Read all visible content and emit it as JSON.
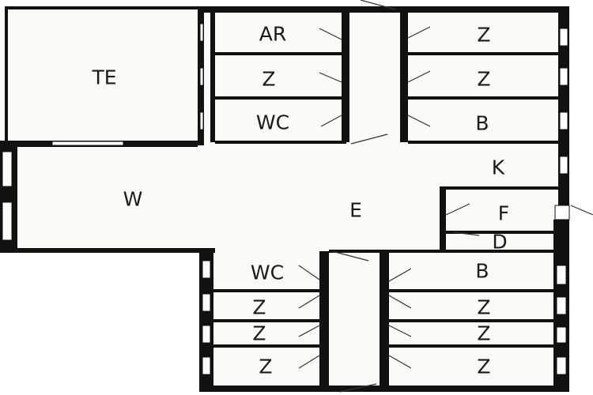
{
  "colors": {
    "wall": "#111111",
    "floor": "#fafaf6",
    "background": "#ffffff"
  },
  "rooms": {
    "te": "TE",
    "ar": "AR",
    "z_upper_left_2": "Z",
    "wc_upper": "WC",
    "z_upper_right_1": "Z",
    "z_upper_right_2": "Z",
    "b_upper": "B",
    "w": "W",
    "e": "E",
    "k": "K",
    "f": "F",
    "d": "D",
    "wc_lower": "WC",
    "b_lower": "B",
    "z_lower_left_1": "Z",
    "z_lower_left_2": "Z",
    "z_lower_left_3": "Z",
    "z_lower_right_1": "Z",
    "z_lower_right_2": "Z",
    "z_lower_right_3": "Z"
  }
}
